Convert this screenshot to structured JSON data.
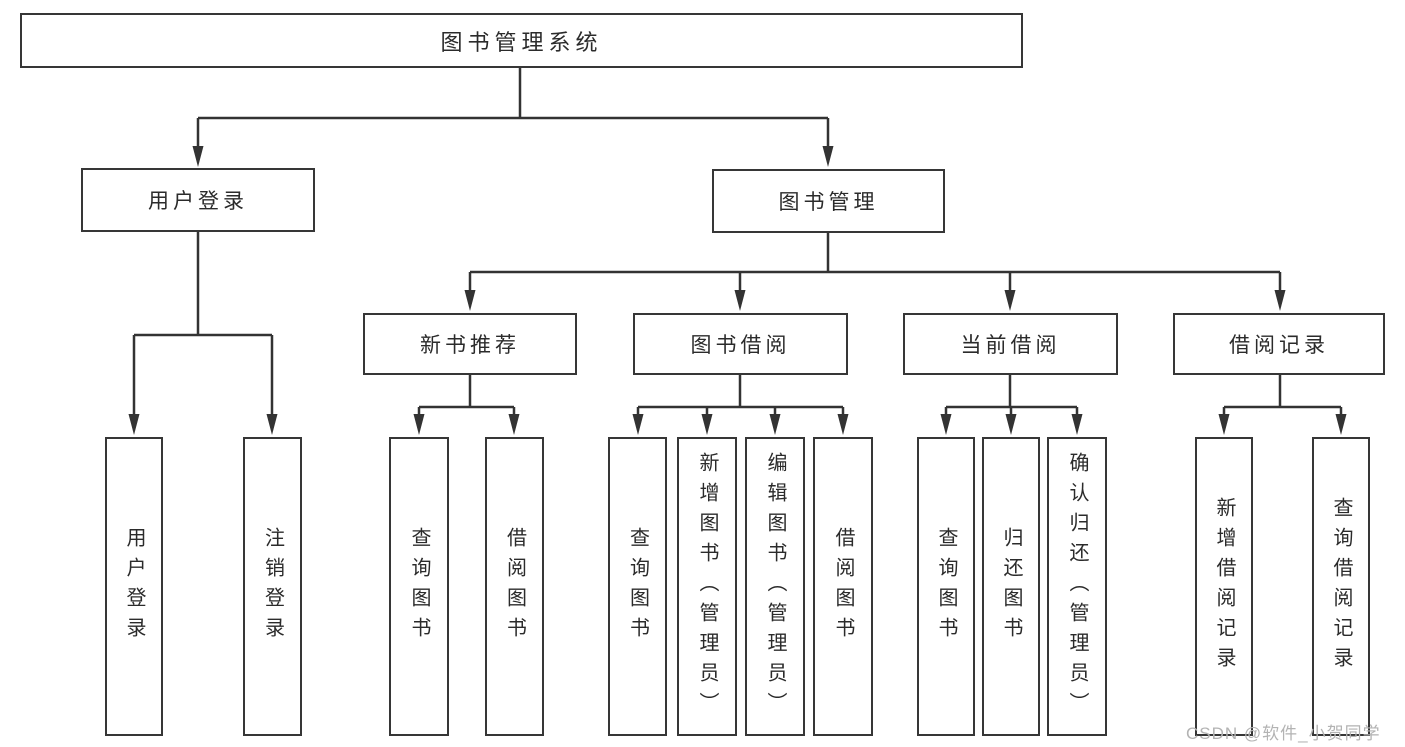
{
  "tree": {
    "root": "图书管理系统",
    "children": [
      {
        "label": "用户登录",
        "children": [
          "用户登录",
          "注销登录"
        ]
      },
      {
        "label": "图书管理",
        "children": [
          {
            "label": "新书推荐",
            "children": [
              "查询图书",
              "借阅图书"
            ]
          },
          {
            "label": "图书借阅",
            "children": [
              "查询图书",
              "新增图书（管理员）",
              "编辑图书（管理员）",
              "借阅图书"
            ]
          },
          {
            "label": "当前借阅",
            "children": [
              "查询图书",
              "归还图书",
              "确认归还（管理员）"
            ]
          },
          {
            "label": "借阅记录",
            "children": [
              "新增借阅记录",
              "查询借阅记录"
            ]
          }
        ]
      }
    ]
  },
  "watermark": {
    "text": "CSDN @软件_小贺同学"
  },
  "colors": {
    "line": "#333333",
    "box_border": "#363636",
    "box_background": "#ffffff",
    "text": "#2b2b2b",
    "watermark": "#b3b3b3",
    "background": "#ffffff"
  }
}
